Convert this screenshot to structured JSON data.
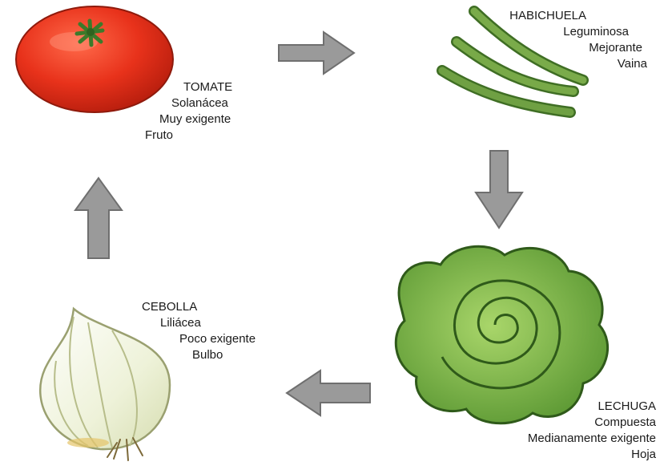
{
  "diagram": {
    "crops": [
      {
        "id": "tomate",
        "name": "TOMATE",
        "family": "Solanácea",
        "demand": "Muy exigente",
        "part": "Fruto",
        "color": "#e23a1f"
      },
      {
        "id": "habichuela",
        "name": "HABICHUELA",
        "family": "Leguminosa",
        "demand": "Mejorante",
        "part": "Vaina",
        "color": "#5f8f3a"
      },
      {
        "id": "lechuga",
        "name": "LECHUGA",
        "family": "Compuesta",
        "demand": "Medianamente exigente",
        "part": "Hoja",
        "color": "#7cb342"
      },
      {
        "id": "cebolla",
        "name": "CEBOLLA",
        "family": "Liliácea",
        "demand": "Poco exigente",
        "part": "Bulbo",
        "color": "#e9edd2"
      }
    ],
    "arrows": [
      {
        "from": "tomate",
        "to": "habichuela",
        "direction": "right"
      },
      {
        "from": "habichuela",
        "to": "lechuga",
        "direction": "down"
      },
      {
        "from": "lechuga",
        "to": "cebolla",
        "direction": "left"
      },
      {
        "from": "cebolla",
        "to": "tomate",
        "direction": "up"
      }
    ],
    "arrow_color": "#8a8a8a"
  }
}
